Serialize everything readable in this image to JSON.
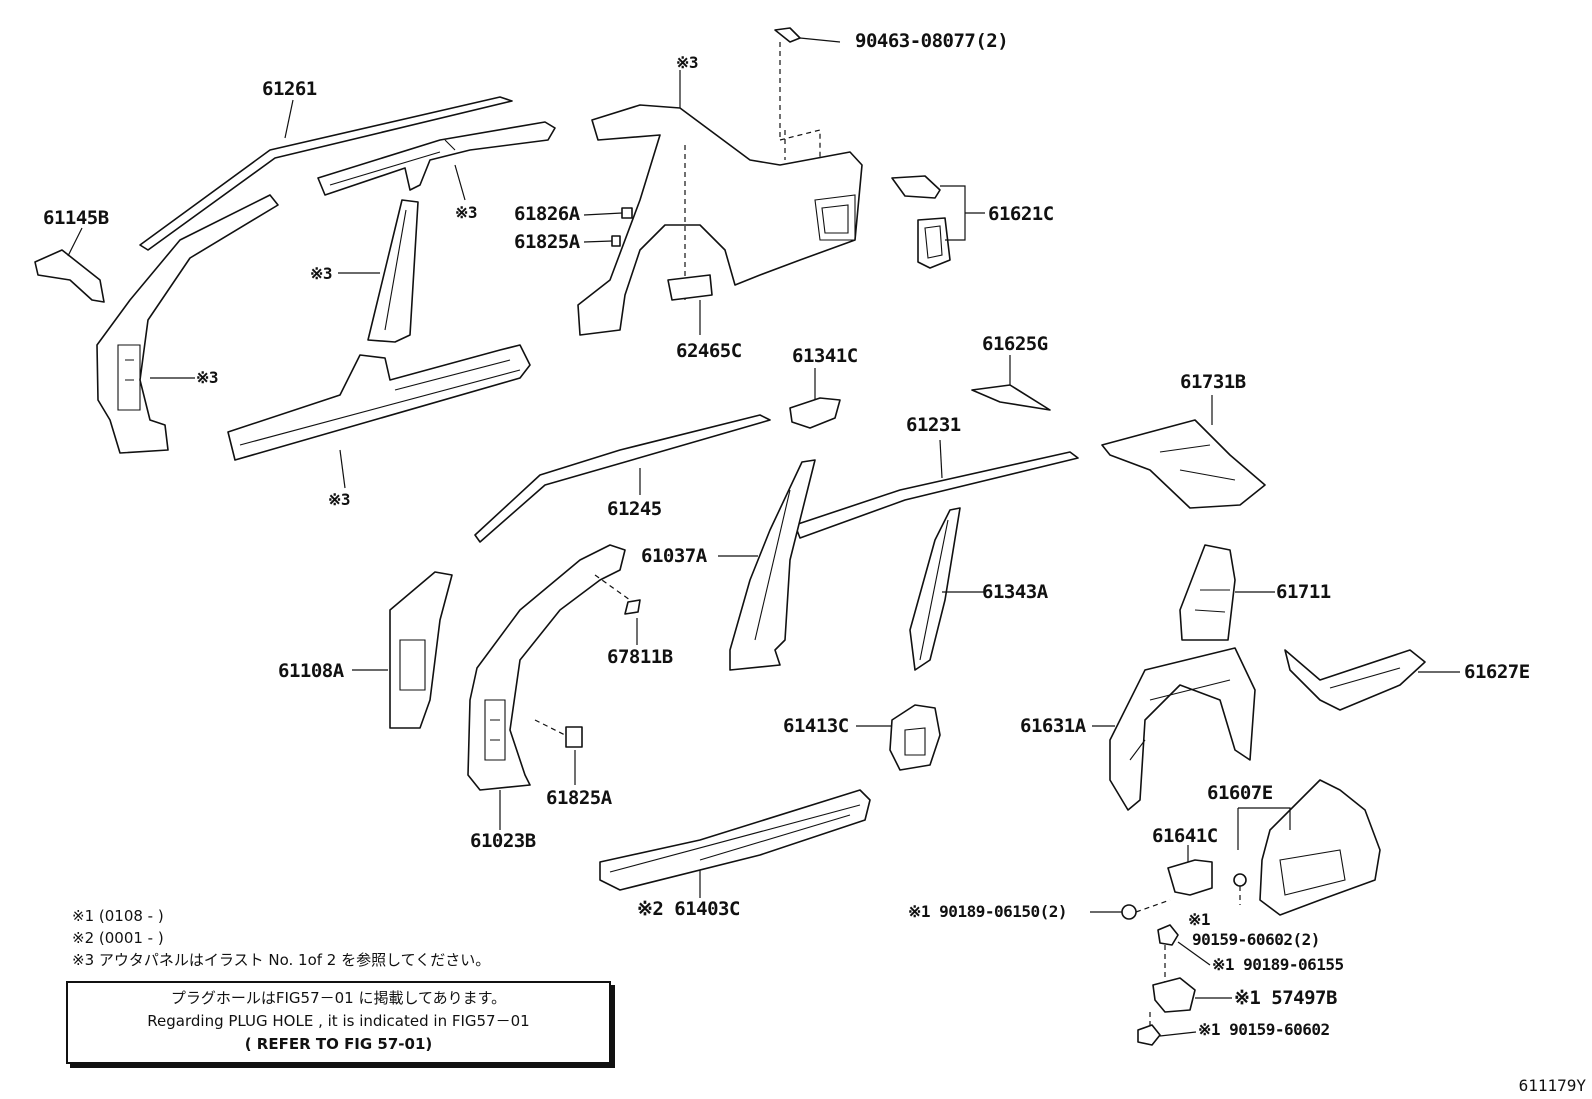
{
  "labels": {
    "p90463": "90463-08077(2)",
    "note3a": "※3",
    "p61261": "61261",
    "p61145B": "61145B",
    "note3b": "※3",
    "note3c": "※3",
    "note3d": "※3",
    "note3e": "※3",
    "p61826A": "61826A",
    "p61825A_top": "61825A",
    "p62465C": "62465C",
    "p61621C": "61621C",
    "p61341C": "61341C",
    "p61625G": "61625G",
    "p61731B": "61731B",
    "p61231": "61231",
    "p61245": "61245",
    "p61037A": "61037A",
    "p61343A": "61343A",
    "p61711": "61711",
    "p61108A": "61108A",
    "p67811B": "67811B",
    "p61627E": "61627E",
    "p61413C": "61413C",
    "p61631A": "61631A",
    "p61825A_bot": "61825A",
    "p61023B": "61023B",
    "p61607E": "61607E",
    "p61641C": "61641C",
    "p61403C": "※2 61403C",
    "p90189_06150": "※1 90189-06150(2)",
    "p90159_60602_2a": "※1",
    "p90159_60602_2b": "90159-60602(2)",
    "p90189_06155": "※1 90189-06155",
    "p57497B": "※1 57497B",
    "p90159_60602": "※1 90159-60602"
  },
  "notes": {
    "n1": "※1 (0108 -    )",
    "n2": "※2 (0001 -    )",
    "n3": "※3 アウタパネルはイラスト No. 1of 2 を参照してください。"
  },
  "infobox": {
    "line1": "プラグホールはFIG57－01 に掲載してあります。",
    "line2": "Regarding  PLUG HOLE , it is indicated in FIG57－01",
    "line3": "( REFER TO FIG 57-01)"
  },
  "figure_id": "611179Y"
}
